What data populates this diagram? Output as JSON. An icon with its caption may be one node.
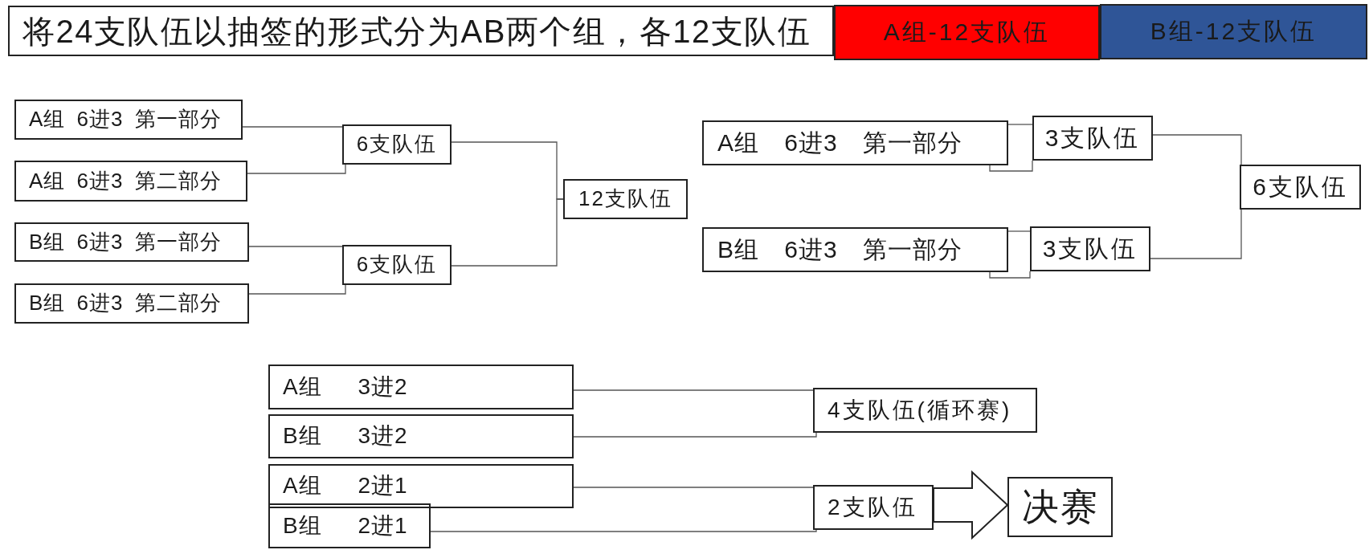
{
  "diagram": {
    "title": "将24支队伍以抽签的形式分为AB两个组，各12支队伍",
    "nodes": [
      {
        "text": [
          "A组-12支队伍"
        ]
      },
      {
        "text": [
          "B组-12支队伍"
        ]
      },
      {
        "text": [
          "A组 6进3 第一部分"
        ]
      },
      {
        "text": [
          "A组 6进3 第二部分"
        ]
      },
      {
        "text": [
          "B组 6进3 第一部分"
        ]
      },
      {
        "text": [
          "B组 6进3 第二部分"
        ]
      },
      {
        "text": [
          "6支队伍"
        ]
      },
      {
        "text": [
          "6支队伍"
        ]
      },
      {
        "text": [
          "12支队伍"
        ]
      },
      {
        "text": [
          "A组 6进3 第一部分"
        ]
      },
      {
        "text": [
          "B组 6进3 第一部分"
        ]
      },
      {
        "text": [
          "3支队伍"
        ]
      },
      {
        "text": [
          "3支队伍"
        ]
      },
      {
        "text": [
          "6支队伍"
        ]
      },
      {
        "text": [
          "A组 3进2"
        ]
      },
      {
        "text": [
          "B组 3进2"
        ]
      },
      {
        "text": [
          "A组 2进1"
        ]
      },
      {
        "text": [
          "B组 2进1"
        ]
      },
      {
        "text": [
          "4支队伍(循环赛)"
        ]
      },
      {
        "text": [
          "2支队伍"
        ]
      },
      {
        "text": [
          "决赛"
        ]
      }
    ],
    "edges": [
      {
        "from": 2,
        "to": 6,
        "arrow": "none"
      },
      {
        "from": 3,
        "to": 6,
        "arrow": "none"
      },
      {
        "from": 4,
        "to": 7,
        "arrow": "none"
      },
      {
        "from": 5,
        "to": 7,
        "arrow": "none"
      },
      {
        "from": 6,
        "to": 8,
        "arrow": "none"
      },
      {
        "from": 7,
        "to": 8,
        "arrow": "none"
      },
      {
        "from": 9,
        "to": 11,
        "arrow": "none"
      },
      {
        "from": 9,
        "to": 11,
        "arrow": "none"
      },
      {
        "from": 10,
        "to": 12,
        "arrow": "none"
      },
      {
        "from": 10,
        "to": 12,
        "arrow": "none"
      },
      {
        "from": 11,
        "to": 13,
        "arrow": "none"
      },
      {
        "from": 12,
        "to": 13,
        "arrow": "none"
      },
      {
        "from": 14,
        "to": 18,
        "arrow": "none"
      },
      {
        "from": 15,
        "to": 18,
        "arrow": "none"
      },
      {
        "from": 16,
        "to": 19,
        "arrow": "none"
      },
      {
        "from": 17,
        "to": 19,
        "arrow": "none"
      },
      {
        "from": 19,
        "to": 20,
        "arrow": "to"
      }
    ]
  }
}
